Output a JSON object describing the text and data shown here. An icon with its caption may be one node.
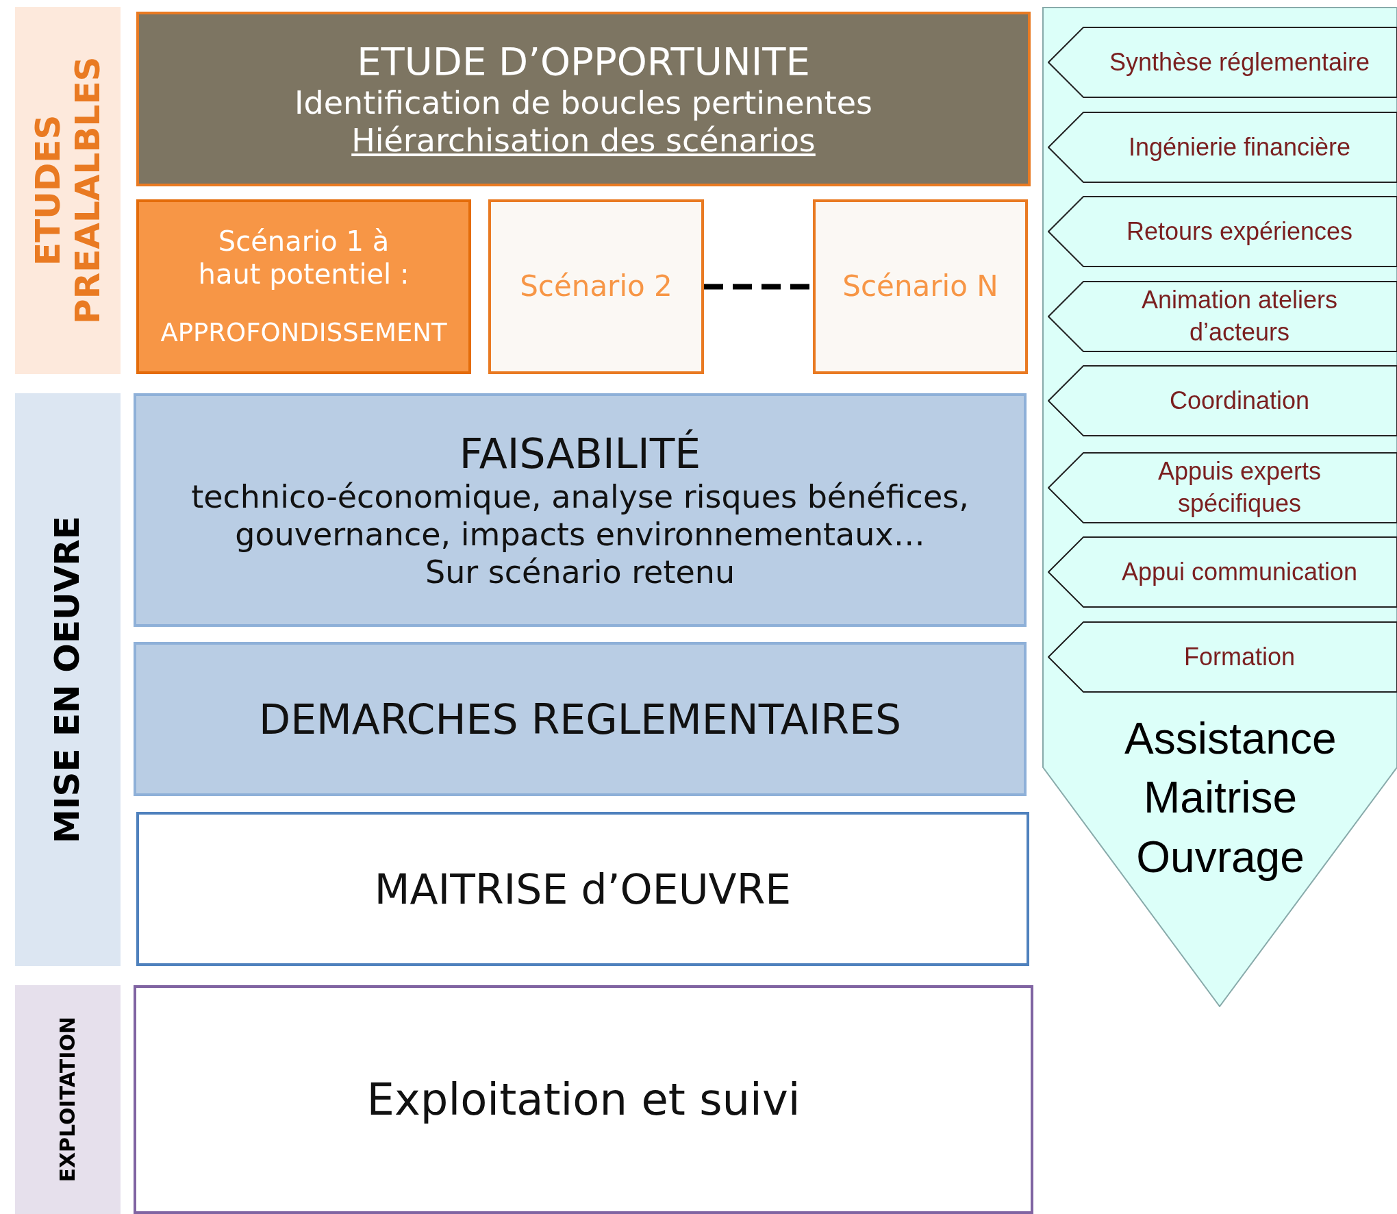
{
  "diagram": {
    "nodes": [
      {
        "text": [
          "ETUDES PREALALBLES"
        ]
      },
      {
        "text": [
          "ETUDE D’OPPORTUNITE",
          "Identification de boucles pertinentes",
          "Hiérarchisation des scénarios"
        ]
      },
      {
        "text": [
          "Scénario 1 à haut potentiel :",
          "APPROFONDISSEMENT"
        ]
      },
      {
        "text": [
          "Scénario 2"
        ]
      },
      {
        "text": [
          "Scénario N"
        ]
      },
      {
        "text": [
          "MISE EN OEUVRE"
        ]
      },
      {
        "text": [
          "FAISABILITÉ",
          "technico-économique, analyse risques bénéfices, gouvernance, impacts environnementaux…",
          "Sur scénario retenu"
        ]
      },
      {
        "text": [
          "DEMARCHES REGLEMENTAIRES"
        ]
      },
      {
        "text": [
          "MAITRISE d’OEUVRE"
        ]
      },
      {
        "text": [
          "EXPLOITATION"
        ]
      },
      {
        "text": [
          "Exploitation et suivi"
        ]
      },
      {
        "text": [
          "Assistance Maitrise Ouvrage"
        ]
      },
      {
        "text": [
          "Synthèse réglementaire"
        ],
        "in": 11
      },
      {
        "text": [
          "Ingénierie financière"
        ],
        "in": 11
      },
      {
        "text": [
          "Retours expériences"
        ],
        "in": 11
      },
      {
        "text": [
          "Animation ateliers d’acteurs"
        ],
        "in": 11
      },
      {
        "text": [
          "Coordination"
        ],
        "in": 11
      },
      {
        "text": [
          "Appuis experts spécifiques"
        ],
        "in": 11
      },
      {
        "text": [
          "Appui communication"
        ],
        "in": 11
      },
      {
        "text": [
          "Formation"
        ],
        "in": 11
      }
    ],
    "edges": [
      {
        "from": 3,
        "to": 4,
        "arrow": "none",
        "style": "dashed"
      }
    ]
  }
}
